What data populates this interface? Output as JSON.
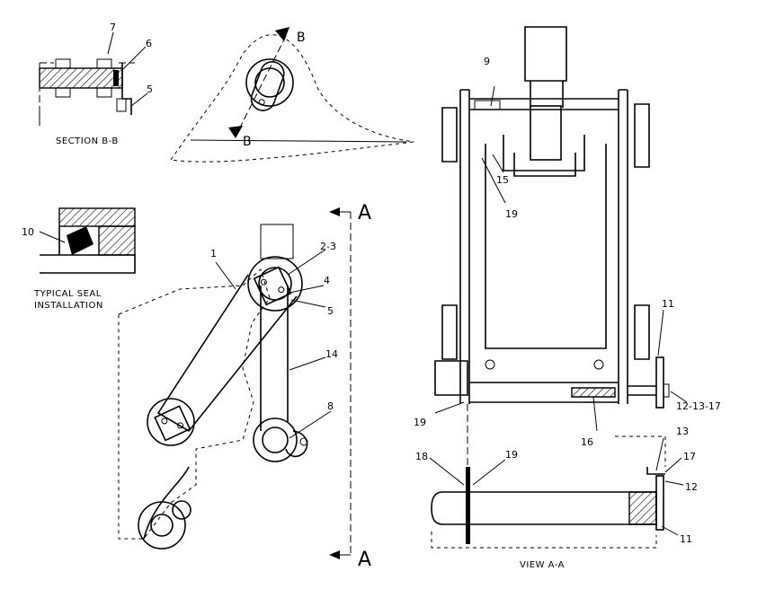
{
  "section_b_b": {
    "caption": "SECTION B-B",
    "callouts": [
      "7",
      "6",
      "5"
    ],
    "arrow_label_top": "B",
    "arrow_label_bottom": "B"
  },
  "typical_seal": {
    "caption_line1": "TYPICAL SEAL",
    "caption_line2": "INSTALLATION",
    "callout": "10"
  },
  "main_view": {
    "callouts": [
      "1",
      "2-3",
      "4",
      "5",
      "14",
      "8"
    ],
    "section_label_top": "A",
    "section_label_bottom": "A"
  },
  "view_a_a": {
    "caption": "VIEW A-A",
    "callouts": [
      "9",
      "15",
      "19",
      "11",
      "12-13-17",
      "19",
      "16",
      "13",
      "17",
      "18",
      "19",
      "12",
      "11"
    ]
  }
}
